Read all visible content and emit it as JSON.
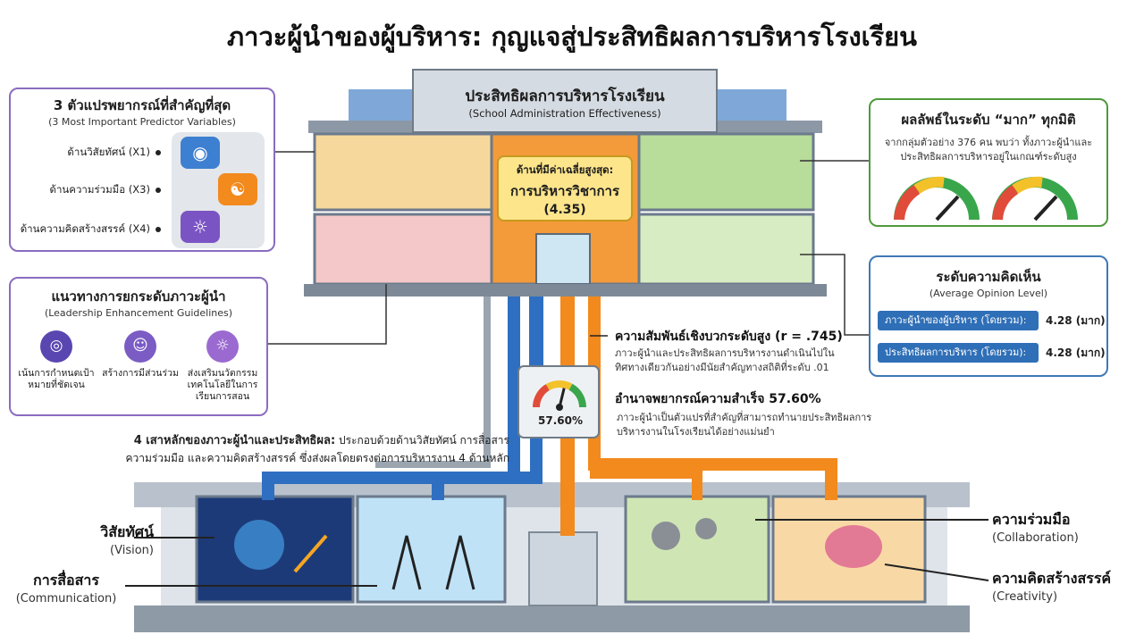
{
  "title": "ภาวะผู้นำของผู้บริหาร: กุญแจสู่ประสิทธิผลการบริหารโรงเรียน",
  "building": {
    "sign_title": "ประสิทธิผลการบริหารโรงเรียน",
    "sign_subtitle": "(School Administration Effectiveness)",
    "highest_label": "ด้านที่มีค่าเฉลี่ยสูงสุด:",
    "highest_value": "การบริหารวิชาการ",
    "highest_score": "(4.35)"
  },
  "predictors": {
    "title": "3 ตัวแปรพยากรณ์ที่สำคัญที่สุด",
    "subtitle": "(3 Most Important Predictor Variables)",
    "items": [
      {
        "label": "ด้านวิสัยทัศน์ (X1)",
        "icon": "eye-icon",
        "color": "#3d7fd1"
      },
      {
        "label": "ด้านความร่วมมือ (X3)",
        "icon": "handshake-icon",
        "color": "#f28a1e"
      },
      {
        "label": "ด้านความคิดสร้างสรรค์ (X4)",
        "icon": "lightbulb-icon",
        "color": "#7b54c4"
      }
    ]
  },
  "guidelines": {
    "title": "แนวทางการยกระดับภาวะผู้นำ",
    "subtitle": "(Leadership Enhancement Guidelines)",
    "items": [
      {
        "label": "เน้นการกำหนดเป้าหมายที่ชัดเจน",
        "icon": "target-icon",
        "color": "#5a46b0"
      },
      {
        "label": "สร้างการมีส่วนร่วม",
        "icon": "team-icon",
        "color": "#7b5cc4"
      },
      {
        "label": "ส่งเสริมนวัตกรรมเทคโนโลยีในการเรียนการสอน",
        "icon": "lightbulb-icon",
        "color": "#9b6ad0"
      }
    ]
  },
  "results": {
    "title": "ผลลัพธ์ในระดับ “มาก” ทุกมิติ",
    "text": "จากกลุ่มตัวอย่าง 376 คน พบว่า ทั้งภาวะผู้นำและประสิทธิผลการบริหารอยู่ในเกณฑ์ระดับสูง"
  },
  "opinion": {
    "title": "ระดับความคิดเห็น",
    "subtitle": "(Average Opinion Level)",
    "rows": [
      {
        "label": "ภาวะผู้นำของผู้บริหาร (โดยรวม):",
        "value": "4.28 (มาก)"
      },
      {
        "label": "ประสิทธิผลการบริหาร (โดยรวม):",
        "value": "4.28 (มาก)"
      }
    ]
  },
  "correlation": {
    "title": "ความสัมพันธ์เชิงบวกระดับสูง (r = .745)",
    "text": "ภาวะผู้นำและประสิทธิผลการบริหารงานดำเนินไปในทิศทางเดียวกันอย่างมีนัยสำคัญทางสถิติที่ระดับ .01"
  },
  "prediction": {
    "gauge_value": "57.60%",
    "gauge_fraction": 0.576,
    "title": "อำนาจพยากรณ์ความสำเร็จ 57.60%",
    "text": "ภาวะผู้นำเป็นตัวแปรที่สำคัญที่สามารถทำนายประสิทธิผลการบริหารงานในโรงเรียนได้อย่างแม่นยำ"
  },
  "pillars_note": {
    "bold": "4 เสาหลักของภาวะผู้นำและประสิทธิผล:",
    "text1": " ประกอบด้วยด้านวิสัยทัศน์ การสื่อสาร",
    "text2": "ความร่วมมือ และความคิดสร้างสรรค์ ซึ่งส่งผลโดยตรงต่อการบริหารงาน 4 ด้านหลัก"
  },
  "pillars": [
    {
      "th": "วิสัยทัศน์",
      "en": "(Vision)"
    },
    {
      "th": "การสื่อสาร",
      "en": "(Communication)"
    },
    {
      "th": "ความร่วมมือ",
      "en": "(Collaboration)"
    },
    {
      "th": "ความคิดสร้างสรรค์",
      "en": "(Creativity)"
    }
  ]
}
